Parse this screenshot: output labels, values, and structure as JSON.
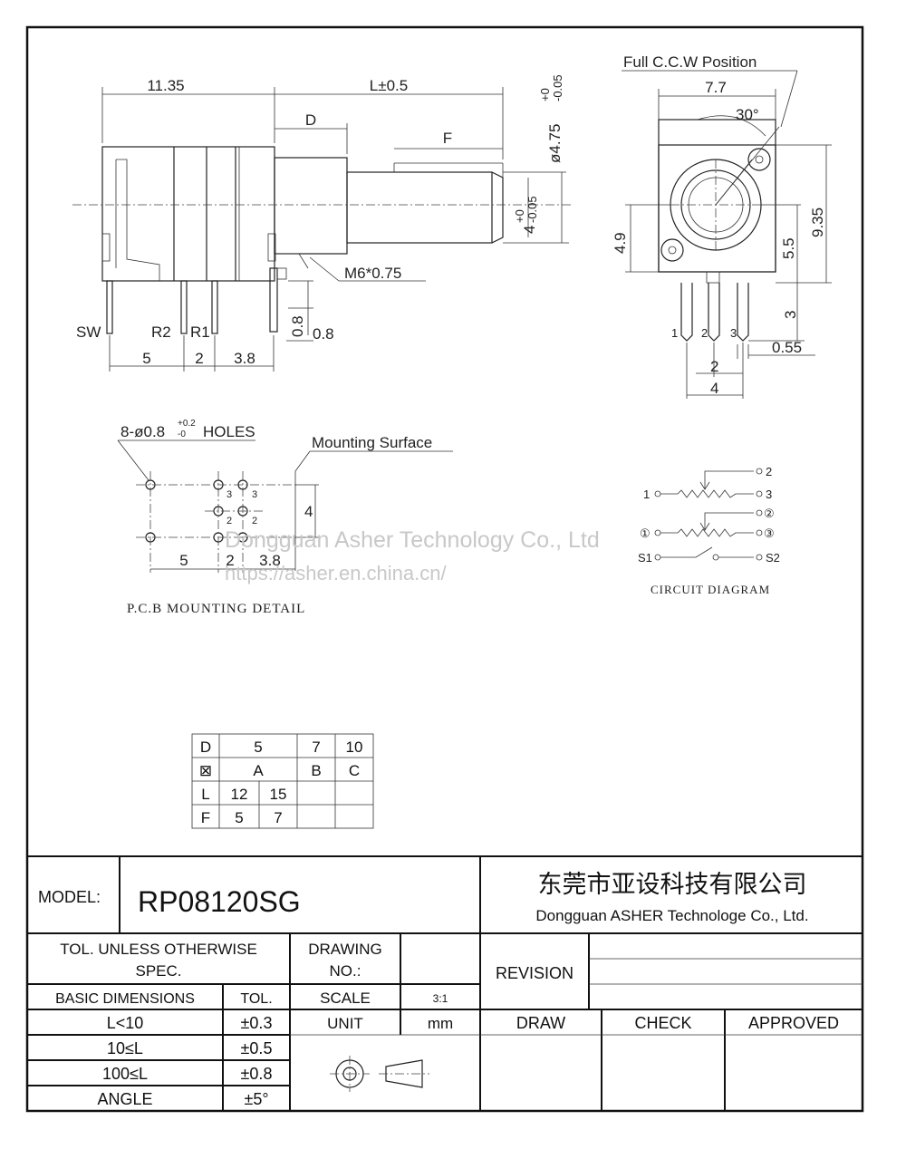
{
  "side_view": {
    "dim_body": "11.35",
    "dim_length": "L±0.5",
    "dim_d": "D",
    "dim_f": "F",
    "dim_shaft_dia": "ø4.75",
    "dim_shaft_dia_tol_up": "+0",
    "dim_shaft_dia_tol_dn": "-0.05",
    "dim_flat": "4",
    "dim_flat_tol_up": "+0",
    "dim_flat_tol_dn": "-0.05",
    "thread": "M6*0.75",
    "dim_08_v": "0.8",
    "dim_08_h": "0.8",
    "pin_sw": "SW",
    "pin_r2": "R2",
    "pin_r1": "R1",
    "dim_5": "5",
    "dim_2": "2",
    "dim_38": "3.8"
  },
  "front_view": {
    "label_ccw": "Full C.C.W Position",
    "dim_77": "7.7",
    "angle": "30°",
    "dim_49": "4.9",
    "dim_55": "5.5",
    "dim_935": "9.35",
    "dim_3": "3",
    "dim_055": "0.55",
    "dim_2": "2",
    "dim_4": "4",
    "pin_1": "1",
    "pin_2": "2",
    "pin_3": "3"
  },
  "pcb": {
    "holes_label": "8-ø0.8",
    "holes_tol_up": "+0.2",
    "holes_tol_dn": "-0",
    "holes_suffix": "HOLES",
    "mounting_surface": "Mounting Surface",
    "dim_4": "4",
    "dim_5": "5",
    "dim_2": "2",
    "dim_38": "3.8",
    "hole_labels": [
      "3",
      "3",
      "2",
      "2"
    ],
    "title": "P.C.B MOUNTING DETAIL"
  },
  "circuit": {
    "n2": "2",
    "n1": "1",
    "n3": "3",
    "n2c": "②",
    "n1c": "①",
    "n3c": "③",
    "s1": "S1",
    "s2": "S2",
    "title": "CIRCUIT DIAGRAM"
  },
  "watermark": {
    "line1": "Dongguan Asher Technology Co., Ltd",
    "line2": "https://asher.en.china.cn/"
  },
  "dtable": {
    "rows": [
      [
        "D",
        "5",
        "7",
        "10"
      ],
      [
        "⊠",
        "A",
        "B",
        "C"
      ],
      [
        "L",
        "12",
        "15",
        ""
      ],
      [
        "F",
        "5",
        "7",
        ""
      ]
    ]
  },
  "title_block": {
    "model_label": "MODEL:",
    "model_value": "RP08120SG",
    "company_cn": "东莞市亚设科技有限公司",
    "company_en": "Dongguan ASHER Technologe Co., Ltd.",
    "tol_label_1": "TOL. UNLESS  OTHERWISE",
    "tol_label_2": "SPEC.",
    "drawing_label_1": "DRAWING",
    "drawing_label_2": "NO.:",
    "revision": "REVISION",
    "basic_dim": "BASIC DIMENSIONS",
    "tol": "TOL.",
    "scale": "SCALE",
    "scale_value": "3:1",
    "unit": "UNIT",
    "unit_value": "mm",
    "draw": "DRAW",
    "check": "CHECK",
    "approved": "APPROVED",
    "tol_rows": [
      {
        "dim": "L<10",
        "tol": "±0.3"
      },
      {
        "dim": "10≤L",
        "tol": "±0.5"
      },
      {
        "dim": "100≤L",
        "tol": "±0.8"
      },
      {
        "dim": "ANGLE",
        "tol": "±5°"
      }
    ]
  }
}
